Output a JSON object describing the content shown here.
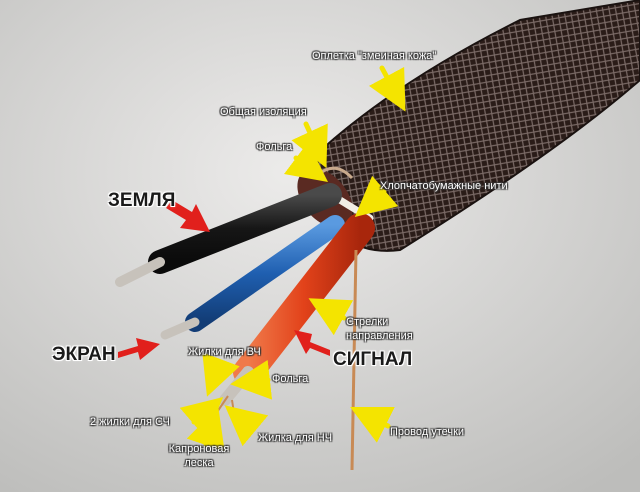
{
  "labels": {
    "braid": "Оплетка \"змеиная кожа\"",
    "insulation": "Общая изоляция",
    "foil_top": "Фольга",
    "cotton": "Хлопчатобумажные нити",
    "ground": "ЗЕМЛЯ",
    "screen": "ЭКРАН",
    "signal": "СИГНАЛ",
    "arrows_line1": "Стрелки",
    "arrows_line2": "направления",
    "hf_strands": "Жилки для ВЧ",
    "foil_bottom": "Фольга",
    "mf_strands": "2 жилки  для СЧ",
    "nylon_line1": "Капроновая",
    "nylon_line2": "леска",
    "lf_strand": "Жилка для НЧ",
    "drain": "Провод утечки"
  },
  "colors": {
    "background": "#d9d9d7",
    "braid": "#2a1c18",
    "black_wire": "#1b1b1b",
    "blue_wire": "#1f5fb0",
    "red_wire": "#e2421a",
    "copper": "#c88a55",
    "yellow_arrow": "#f4e400",
    "red_arrow": "#e1201c"
  }
}
